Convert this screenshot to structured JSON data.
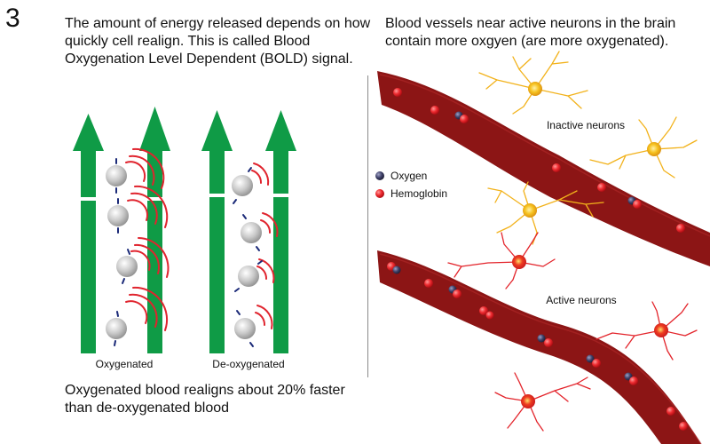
{
  "step_number": "3",
  "left_intro": "The amount of energy released depends on how quickly cell realign. This is called Blood Oxygenation Level Dependent (BOLD) signal.",
  "right_intro": "Blood vessels near active neurons in the brain contain more oxgyen (are more oxygenated).",
  "diagram_left": {
    "oxygenated_label": "Oxygenated",
    "deoxygenated_label": "De-oxygenated"
  },
  "bottom_caption": "Oxygenated blood realigns about 20% faster than de-oxygenated blood",
  "legend": {
    "oxygen_label": "Oxygen",
    "hemoglobin_label": "Hemoglobin"
  },
  "vessels": {
    "inactive_label": "Inactive neurons",
    "active_label": "Active neurons"
  },
  "colors": {
    "arrow_green": "#0f9b46",
    "vessel_red": "#8c1515",
    "wave_red": "#e0242e",
    "inactive_neuron": "#f2b21b",
    "active_neuron": "#e3242b",
    "oxygen": "#3d3f66",
    "hemoglobin": "#e8242a"
  }
}
